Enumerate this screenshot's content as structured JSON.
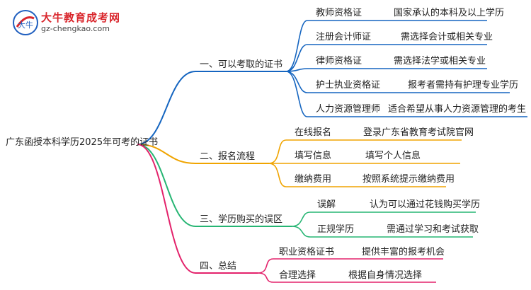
{
  "logo": {
    "title": "大牛教育成考网",
    "url": "gz-chengkao.com",
    "mark_text": "大牛",
    "colors": {
      "red": "#d9262c",
      "blue": "#1f5fbf"
    }
  },
  "root": {
    "label": "广东函授本科学历2025年可考的证书"
  },
  "branches": [
    {
      "label": "一、可以考取的证书",
      "color": "#1565c0",
      "children": [
        {
          "label": "教师资格证",
          "detail": "国家承认的本科及以上学历"
        },
        {
          "label": "注册会计师证",
          "detail": "需选择会计或相关专业"
        },
        {
          "label": "律师资格证",
          "detail": "需选择法学或相关专业"
        },
        {
          "label": "护士执业资格证",
          "detail": "报考者需持有护理专业学历"
        },
        {
          "label": "人力资源管理师",
          "detail": "适合希望从事人力资源管理的考生"
        }
      ]
    },
    {
      "label": "二、报名流程",
      "color": "#f0a400",
      "children": [
        {
          "label": "在线报名",
          "detail": "登录广东省教育考试院官网"
        },
        {
          "label": "填写信息",
          "detail": "填写个人信息"
        },
        {
          "label": "缴纳费用",
          "detail": "按照系统提示缴纳费用"
        }
      ]
    },
    {
      "label": "三、学历购买的误区",
      "color": "#26b573",
      "children": [
        {
          "label": "误解",
          "detail": "认为可以通过花钱购买学历"
        },
        {
          "label": "正规学历",
          "detail": "需通过学习和考试获取"
        }
      ]
    },
    {
      "label": "四、总结",
      "color": "#e3226b",
      "children": [
        {
          "label": "职业资格证书",
          "detail": "提供丰富的报考机会"
        },
        {
          "label": "合理选择",
          "detail": "根据自身情况选择"
        }
      ]
    }
  ]
}
